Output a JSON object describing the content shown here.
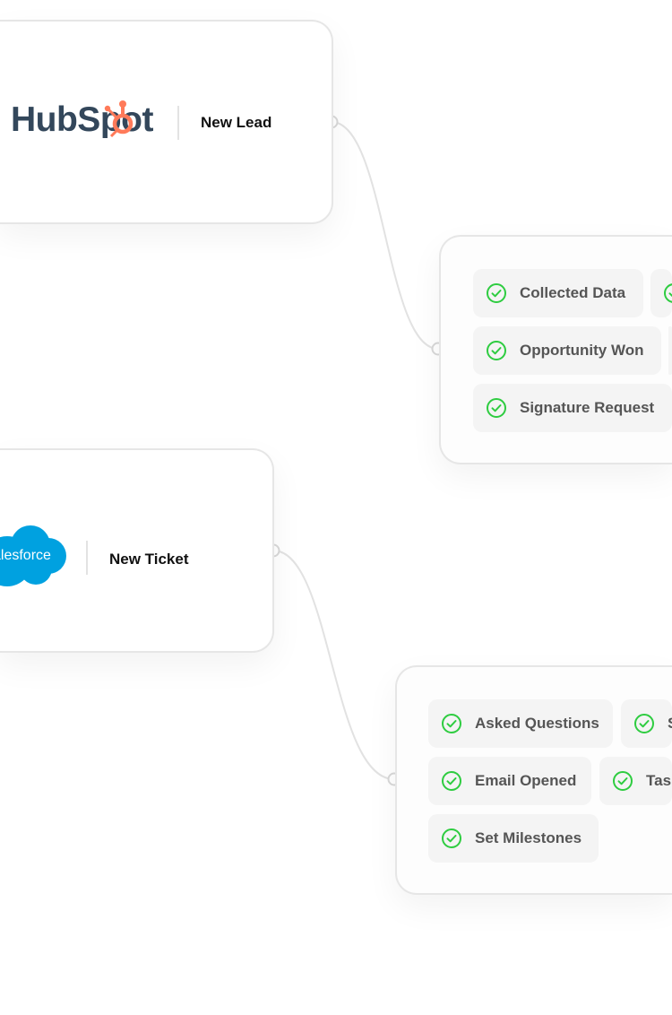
{
  "triggers": [
    {
      "brand": "HubSpot",
      "label": "New Lead"
    },
    {
      "brand": "salesforce",
      "label": "New Ticket"
    }
  ],
  "action_groups": [
    {
      "items": [
        "Collected Data",
        "Opportunity Won",
        "Signature Request"
      ]
    },
    {
      "items": [
        "Asked Questions",
        "S",
        "Email Opened",
        "Tas",
        "Set Milestones"
      ]
    }
  ],
  "colors": {
    "check": "#2ecc40",
    "hubspot_text": "#33475b",
    "hubspot_accent": "#ff7a59",
    "salesforce_cloud": "#00a1e0",
    "card_border": "#e6e6e6",
    "chip_bg": "#f4f4f4"
  }
}
